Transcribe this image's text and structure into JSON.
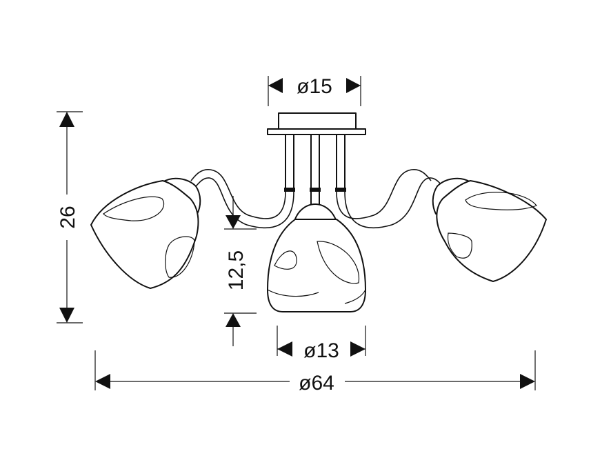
{
  "dimensions": {
    "canopy_diameter": "ø15",
    "shade_diameter": "ø13",
    "overall_diameter": "ø64",
    "overall_height": "26",
    "shade_height": "12,5"
  },
  "colors": {
    "line": "#111111",
    "background": "#ffffff"
  }
}
